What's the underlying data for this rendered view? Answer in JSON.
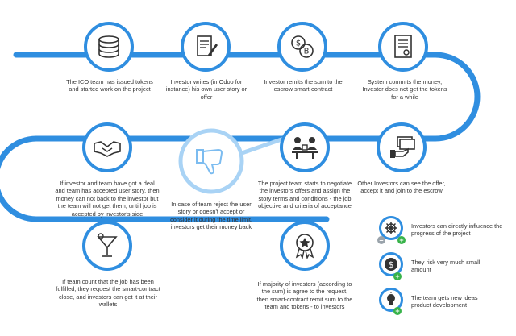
{
  "steps": [
    {
      "text": "The ICO team has issued tokens and started work on the project",
      "icon": "coins-stack-icon"
    },
    {
      "text": "Investor writes (in Odoo for instance) his own user story or offer",
      "icon": "document-pen-icon"
    },
    {
      "text": "Investor remits the sum to the escrow smart-contract",
      "icon": "currency-exchange-icon"
    },
    {
      "text": "System commits the money, Investor does not get the tokens for a while",
      "icon": "contract-document-icon"
    },
    {
      "text": "Other Investors can see the offer, accept it and join to the escrow",
      "icon": "hand-cash-icon"
    },
    {
      "text": "The project team starts to negotiate the investors offers and assign the story terms and conditions - the job objective and criteria of acceptance",
      "icon": "meeting-table-icon"
    },
    {
      "text": "In case of team reject the user story or doesn't accept or consider it during the time limit, investors get their money back",
      "icon": "thumbs-down-icon"
    },
    {
      "text": "If investor and team have got a deal and team has accepted user story, then money can not back to the investor but the team will not get them, untill job is accepted by investor's side",
      "icon": "handshake-icon"
    },
    {
      "text": "If team count that the job has been fulfilled, they request the smart-contract close, and investors can get it at their wallets",
      "icon": "cocktail-glass-icon"
    },
    {
      "text": "If majority of investors (according to the sum) is agree to the request, then smart-contract remit sum to the team and tokens - to investors",
      "icon": "award-badge-icon"
    }
  ],
  "legend": [
    {
      "text": "Investors can directly influence the progress of the project",
      "icon": "ship-wheel-icon"
    },
    {
      "text": "They risk very much small amount",
      "icon": "dollar-coin-icon"
    },
    {
      "text": "The team gets new ideas product development",
      "icon": "lightbulb-icon"
    }
  ],
  "colors": {
    "path": "#2f8ee0",
    "accent_light": "#a9d3f5",
    "plus": "#38b34a",
    "minus": "#9aa3ab",
    "icon": "#333333"
  }
}
